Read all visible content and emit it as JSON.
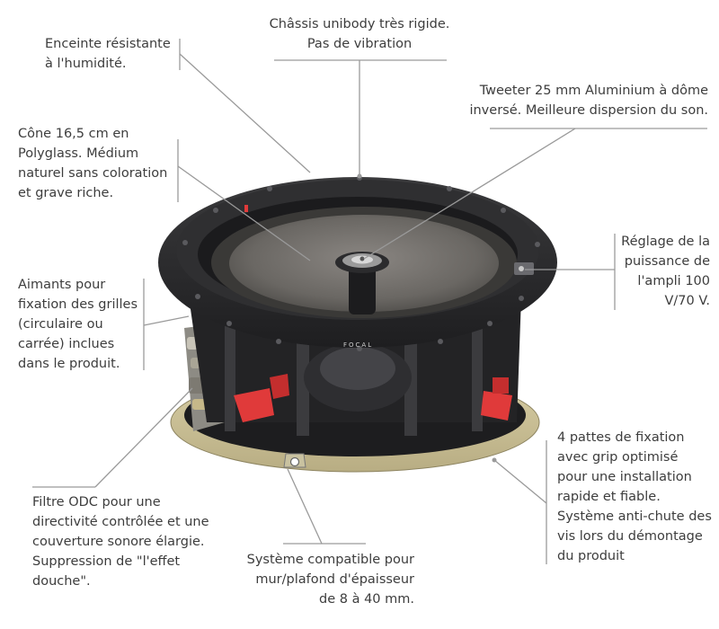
{
  "callouts": {
    "chassis": "Châssis unibody très rigide.\nPas de vibration",
    "humidity": "Enceinte résistante\nà l'humidité.",
    "tweeter": "Tweeter 25 mm Aluminium à dôme\ninversé. Meilleure dispersion du son.",
    "cone": "Cône 16,5 cm en\nPolyglass. Médium\nnaturel sans coloration\net grave riche.",
    "power": "Réglage de la\npuissance de\nl'ampli 100\nV/70 V.",
    "magnets": "Aimants pour\nfixation des grilles\n(circulaire ou\ncarrée) inclues\ndans le produit.",
    "feet": "4 pattes de fixation\navec grip optimisé\npour une installation\nrapide et fiable.\nSystème anti-chute des\nvis lors du démontage\ndu produit",
    "filter": "Filtre ODC pour une\ndirectivité contrôlée et une\ncouverture sonore élargie.\nSuppression de \"l'effet\ndouche\".",
    "mounting": "Système compatible pour\nmur/plafond d'épaisseur\nde 8 à 40 mm."
  },
  "product": {
    "brand_mark": "FOCAL"
  },
  "colors": {
    "frame": "#2b2b2d",
    "cone": "#6f6c68",
    "accent": "#e03a3a",
    "leader": "#9a9a9a"
  }
}
